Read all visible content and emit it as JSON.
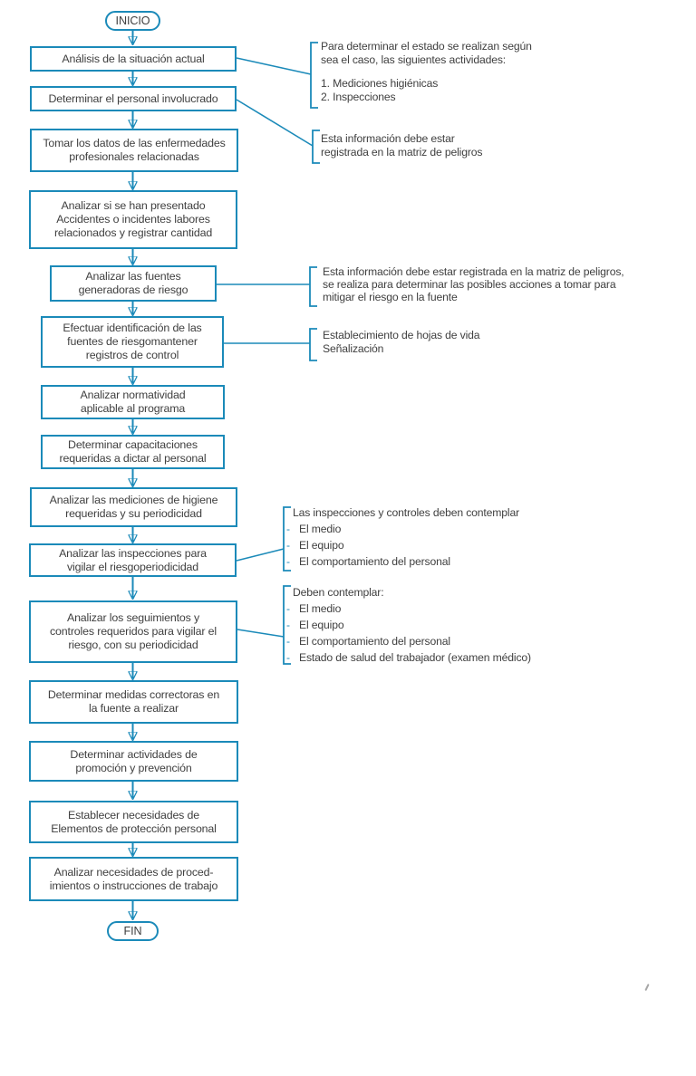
{
  "colors": {
    "accent": "#1b8ab9",
    "text": "#404040",
    "background": "#ffffff"
  },
  "ui": {
    "dash": "-"
  },
  "flowchart": {
    "start_label": "INICIO",
    "end_label": "FIN",
    "steps": [
      {
        "label": "Análisis de la situación actual"
      },
      {
        "label": "Determinar el personal involucrado"
      },
      {
        "label": "Tomar los datos de las enfermedades\nprofesionales relacionadas"
      },
      {
        "label": "Analizar si se han presentado\nAccidentes o incidentes labores\nrelacionados y registrar cantidad"
      },
      {
        "label": "Analizar las fuentes\ngeneradoras de riesgo"
      },
      {
        "label": "Efectuar identificación de las\nfuentes de riesgomantener\nregistros de control"
      },
      {
        "label": "Analizar normatividad\naplicable al programa"
      },
      {
        "label": "Determinar capacitaciones\nrequeridas a dictar al personal"
      },
      {
        "label": "Analizar las mediciones de higiene\nrequeridas y su periodicidad"
      },
      {
        "label": "Analizar las inspecciones para\nvigilar el riesgoperiodicidad"
      },
      {
        "label": "Analizar los seguimientos y\ncontroles requeridos para vigilar el\nriesgo, con su periodicidad"
      },
      {
        "label": "Determinar medidas correctoras en\nla fuente a realizar"
      },
      {
        "label": "Determinar actividades de\npromoción y prevención"
      },
      {
        "label": "Establecer necesidades de\nElementos de protección personal"
      },
      {
        "label": "Analizar necesidades de proced-\nimientos o instrucciones de trabajo"
      }
    ]
  },
  "annotations": [
    {
      "lines": [
        "Para determinar el estado se realizan según",
        "sea el caso, las siguientes actividades:"
      ],
      "list": [
        "1. Mediciones higiénicas",
        "2. Inspecciones"
      ]
    },
    {
      "lines": [
        "Esta información debe estar",
        "registrada en la matriz de peligros"
      ]
    },
    {
      "lines": [
        "Esta información debe estar registrada en la matriz de peligros,",
        "se realiza para determinar las posibles acciones a tomar para",
        "mitigar el riesgo en la fuente"
      ]
    },
    {
      "lines": [
        "Establecimiento de hojas de vida",
        "Señalización"
      ]
    },
    {
      "heading": "Las inspecciones y controles deben contemplar",
      "items": [
        "El medio",
        "El equipo",
        "El comportamiento del personal"
      ]
    },
    {
      "heading": "Deben contemplar:",
      "items": [
        "El medio",
        "El equipo",
        "El comportamiento del personal",
        "Estado de salud del trabajador (examen médico)"
      ]
    }
  ]
}
